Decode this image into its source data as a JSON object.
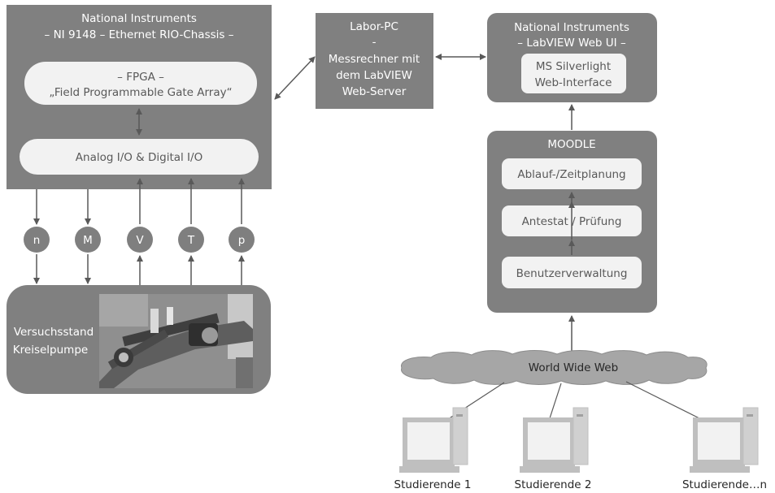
{
  "ni_chassis": {
    "title_line1": "National Instruments",
    "title_line2": "– NI 9148 – Ethernet RIO-Chassis –",
    "fpga_line1": "– FPGA –",
    "fpga_line2": "„Field Programmable Gate Array“",
    "io_label": "Analog I/O & Digital I/O"
  },
  "labor_pc": {
    "line1": "Labor-PC",
    "line2": "-",
    "line3": "Messrechner mit",
    "line4": "dem LabVIEW",
    "line5": "Web-Server"
  },
  "web_ui": {
    "title_line1": "National Instruments",
    "title_line2": "– LabVIEW Web UI –",
    "inner_line1": "MS Silverlight",
    "inner_line2": "Web-Interface"
  },
  "moodle": {
    "title": "MOODLE",
    "items": [
      "Ablauf-/Zeitplanung",
      "Antestat / Prüfung",
      "Benutzerverwaltung"
    ]
  },
  "signals": [
    "n",
    "M",
    "V",
    "T",
    "p"
  ],
  "test_rig": {
    "line1": "Versuchsstand",
    "line2": "Kreiselpumpe"
  },
  "internet": {
    "label": "World Wide Web"
  },
  "students": [
    "Studierende 1",
    "Studierende 2",
    "Studierende…n"
  ],
  "colors": {
    "box_fill": "#808080",
    "inner_fill": "#f2f2f2",
    "arrow": "#595959",
    "signal_circle": "#7f7f7f",
    "computer_icon": "#bfbfbf"
  }
}
